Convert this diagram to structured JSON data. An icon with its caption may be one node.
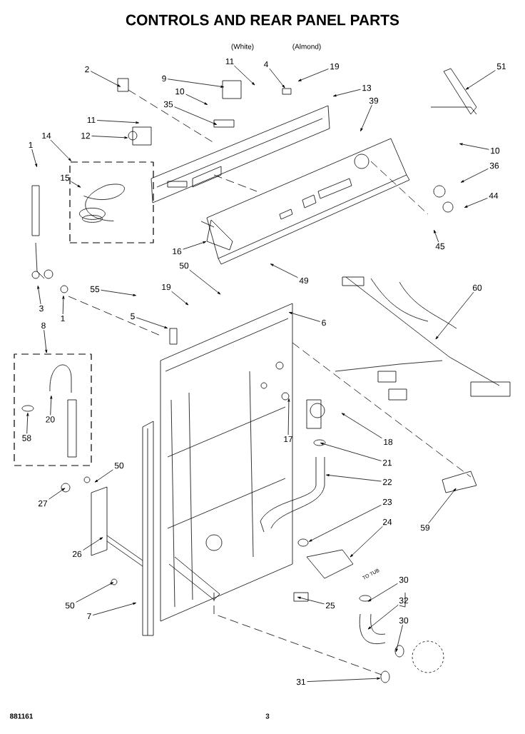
{
  "diagram": {
    "title": "CONTROLS AND REAR PANEL PARTS",
    "nodes": [
      {
        "text": [],
        "shape": "box"
      },
      {
        "text": [],
        "shape": "box"
      },
      {
        "text": [],
        "shape": "picture",
        "in": 0
      },
      {
        "text": [
          "2"
        ]
      },
      {
        "text": [
          "11"
        ]
      },
      {
        "text": [
          "4"
        ]
      },
      {
        "text": [
          "19"
        ]
      },
      {
        "text": [
          "9"
        ]
      },
      {
        "text": [
          "10"
        ]
      },
      {
        "text": [
          "35"
        ]
      },
      {
        "text": [
          "13"
        ]
      },
      {
        "text": [
          "39"
        ]
      },
      {
        "text": [
          "51"
        ]
      },
      {
        "text": [
          "11"
        ]
      },
      {
        "text": [
          "12"
        ]
      },
      {
        "text": [
          "14"
        ]
      },
      {
        "text": [
          "1"
        ]
      },
      {
        "text": [
          "15"
        ]
      },
      {
        "text": [
          "10"
        ]
      },
      {
        "text": [
          "36"
        ]
      },
      {
        "text": [
          "44"
        ]
      },
      {
        "text": [
          "45"
        ]
      },
      {
        "text": [
          "16"
        ]
      },
      {
        "text": [
          "50"
        ]
      },
      {
        "text": [
          "49"
        ]
      },
      {
        "text": [
          "60"
        ]
      },
      {
        "text": [
          "55"
        ]
      },
      {
        "text": [
          "19"
        ]
      },
      {
        "text": [
          "3"
        ]
      },
      {
        "text": [
          "1"
        ]
      },
      {
        "text": [
          "5"
        ]
      },
      {
        "text": [
          "6"
        ]
      },
      {
        "text": [
          "8"
        ]
      },
      {
        "text": [
          "20"
        ],
        "in": 1
      },
      {
        "text": [
          "58"
        ],
        "in": 1
      },
      {
        "text": [
          "17"
        ]
      },
      {
        "text": [
          "18"
        ]
      },
      {
        "text": [
          "21"
        ]
      },
      {
        "text": [
          "22"
        ]
      },
      {
        "text": [
          "50"
        ]
      },
      {
        "text": [
          "27"
        ]
      },
      {
        "text": [
          "23"
        ]
      },
      {
        "text": [
          "24"
        ]
      },
      {
        "text": [
          "59"
        ]
      },
      {
        "text": [
          "26"
        ]
      },
      {
        "text": [
          "30"
        ]
      },
      {
        "text": [
          "50"
        ]
      },
      {
        "text": [
          "25"
        ]
      },
      {
        "text": [
          "7"
        ]
      },
      {
        "text": [
          "32"
        ]
      },
      {
        "text": [
          "30"
        ]
      },
      {
        "text": [
          "31"
        ]
      }
    ],
    "edges": [
      {
        "from": 3,
        "to": null,
        "arrow": "to"
      },
      {
        "from": 4,
        "to": null,
        "arrow": "to"
      },
      {
        "from": 5,
        "to": null,
        "arrow": "to"
      },
      {
        "from": 6,
        "to": null,
        "arrow": "to"
      },
      {
        "from": 7,
        "to": null,
        "arrow": "to"
      },
      {
        "from": 8,
        "to": null,
        "arrow": "to"
      },
      {
        "from": 9,
        "to": null,
        "arrow": "to"
      },
      {
        "from": 10,
        "to": null,
        "arrow": "to"
      },
      {
        "from": 11,
        "to": null,
        "arrow": "to"
      },
      {
        "from": 12,
        "to": null,
        "arrow": "to"
      },
      {
        "from": 13,
        "to": null,
        "arrow": "to"
      },
      {
        "from": 14,
        "to": null,
        "arrow": "to"
      },
      {
        "from": 15,
        "to": 0,
        "arrow": "to"
      },
      {
        "from": 16,
        "to": null,
        "arrow": "to"
      },
      {
        "from": 17,
        "to": 2,
        "arrow": "to"
      },
      {
        "from": 18,
        "to": null,
        "arrow": "to"
      },
      {
        "from": 19,
        "to": null,
        "arrow": "to"
      },
      {
        "from": 20,
        "to": null,
        "arrow": "to"
      },
      {
        "from": 21,
        "to": null,
        "arrow": "to"
      },
      {
        "from": 22,
        "to": null,
        "arrow": "to"
      },
      {
        "from": 23,
        "to": null,
        "arrow": "to"
      },
      {
        "from": 24,
        "to": null,
        "arrow": "to"
      },
      {
        "from": 25,
        "to": null,
        "arrow": "to"
      },
      {
        "from": 26,
        "to": null,
        "arrow": "to"
      },
      {
        "from": 27,
        "to": null,
        "arrow": "to"
      },
      {
        "from": 28,
        "to": null,
        "arrow": "to"
      },
      {
        "from": 29,
        "to": null,
        "arrow": "to"
      },
      {
        "from": 30,
        "to": null,
        "arrow": "to"
      },
      {
        "from": 31,
        "to": null,
        "arrow": "to"
      },
      {
        "from": 32,
        "to": 1,
        "arrow": "to"
      },
      {
        "from": 33,
        "to": null,
        "arrow": "to"
      },
      {
        "from": 34,
        "to": null,
        "arrow": "to"
      },
      {
        "from": 35,
        "to": null,
        "arrow": "to"
      },
      {
        "from": 36,
        "to": null,
        "arrow": "to"
      },
      {
        "from": 37,
        "to": null,
        "arrow": "to"
      },
      {
        "from": 38,
        "to": null,
        "arrow": "to"
      },
      {
        "from": 39,
        "to": null,
        "arrow": "to"
      },
      {
        "from": 40,
        "to": null,
        "arrow": "to"
      },
      {
        "from": 41,
        "to": null,
        "arrow": "to"
      },
      {
        "from": 42,
        "to": null,
        "arrow": "to"
      },
      {
        "from": 43,
        "to": null,
        "arrow": "to"
      },
      {
        "from": 44,
        "to": null,
        "arrow": "to"
      },
      {
        "from": 45,
        "to": null,
        "arrow": "to"
      },
      {
        "from": 46,
        "to": null,
        "arrow": "to"
      },
      {
        "from": 47,
        "to": null,
        "arrow": "to"
      },
      {
        "from": 48,
        "to": null,
        "arrow": "to"
      },
      {
        "from": 49,
        "to": null,
        "arrow": "to"
      },
      {
        "from": 50,
        "to": null,
        "arrow": "to"
      },
      {
        "from": 51,
        "to": null,
        "arrow": "to"
      }
    ],
    "labels": [
      "(White)",
      "(Almond)",
      "TO TUB",
      "881161",
      "3"
    ]
  }
}
